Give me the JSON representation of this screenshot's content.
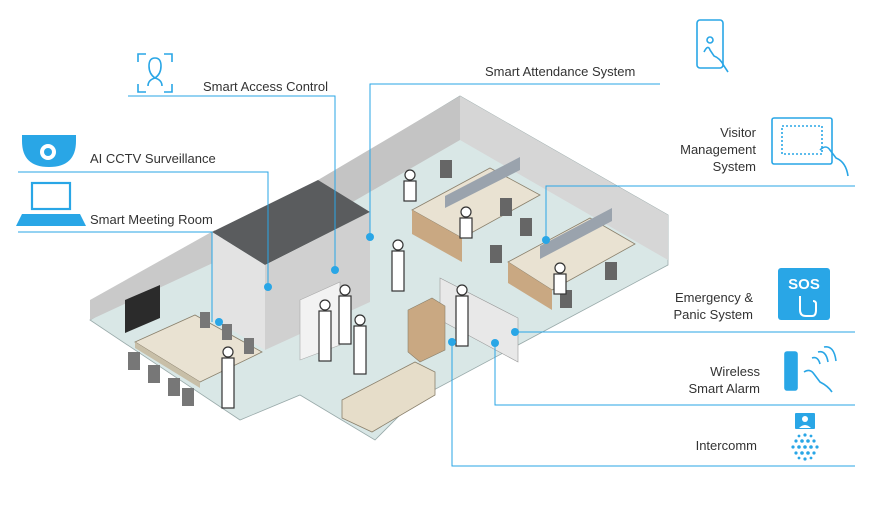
{
  "accent": "#29a6e6",
  "labels": {
    "smart_access_control": "Smart Access Control",
    "smart_attendance_system": "Smart Attendance System",
    "ai_cctv_surveillance": "AI CCTV Surveillance",
    "smart_meeting_room": "Smart Meeting Room",
    "visitor_management_system": "Visitor\nManagement\nSystem",
    "emergency_panic_system": "Emergency &\nPanic System",
    "wireless_smart_alarm": "Wireless\nSmart Alarm",
    "intercomm": "Intercomm"
  },
  "sos_badge": "SOS",
  "icons": [
    "face-scan-icon",
    "tablet-touch-icon",
    "dome-camera-icon",
    "laptop-icon",
    "touchscreen-panel-icon",
    "sos-button-icon",
    "alarm-button-icon",
    "intercom-icon"
  ]
}
